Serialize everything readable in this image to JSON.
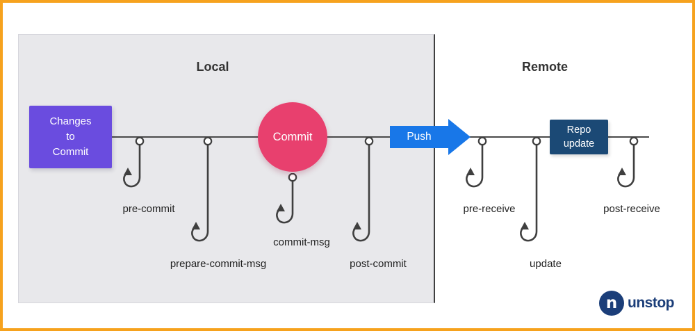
{
  "sections": {
    "local": {
      "title": "Local"
    },
    "remote": {
      "title": "Remote"
    }
  },
  "nodes": {
    "changes": {
      "label": "Changes\nto\nCommit",
      "color": "#6A4CDF"
    },
    "commit": {
      "label": "Commit",
      "color": "#E8406E"
    },
    "push": {
      "label": "Push",
      "color": "#1877E8"
    },
    "repo_update": {
      "label": "Repo\nupdate",
      "color": "#1B4975"
    }
  },
  "hooks": [
    {
      "label": "pre-commit",
      "side": "local"
    },
    {
      "label": "prepare-commit-msg",
      "side": "local"
    },
    {
      "label": "commit-msg",
      "side": "local"
    },
    {
      "label": "post-commit",
      "side": "local"
    },
    {
      "label": "pre-receive",
      "side": "remote"
    },
    {
      "label": "update",
      "side": "remote"
    },
    {
      "label": "post-receive",
      "side": "remote"
    }
  ],
  "logo": {
    "mark_letter": "n",
    "text": "unstop",
    "color": "#1B3E79"
  },
  "colors": {
    "frame_border": "#F6A21E",
    "local_panel": "#E8E8EB",
    "line": "#4A4A4A",
    "hook_stroke": "#3F3F3F"
  }
}
